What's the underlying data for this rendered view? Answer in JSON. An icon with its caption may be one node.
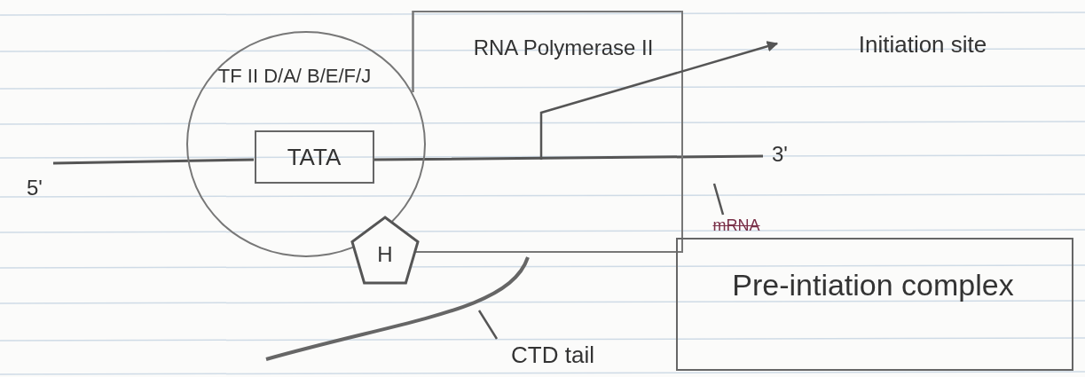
{
  "diagram": {
    "nodes": [
      {
        "text": [
          "TF II D/A/ B/E/F/J"
        ]
      },
      {
        "text": [
          "TATA"
        ],
        "in": 0
      },
      {
        "text": [
          "RNA Polymerase II"
        ]
      },
      {
        "text": [
          "H"
        ]
      },
      {
        "text": [
          "Pre-intiation complex"
        ]
      },
      {
        "text": [
          "Initiation site"
        ]
      },
      {
        "text": [
          "CTD tail"
        ]
      },
      {
        "text": [
          "mRNA"
        ]
      }
    ],
    "edges": [
      {
        "from": 2,
        "to": 5,
        "arrow": "to"
      },
      {
        "from": 6,
        "to": null,
        "arrow": "none"
      },
      {
        "from": 7,
        "to": null,
        "arrow": "none"
      }
    ],
    "labels": [
      "3'",
      "5'"
    ]
  }
}
